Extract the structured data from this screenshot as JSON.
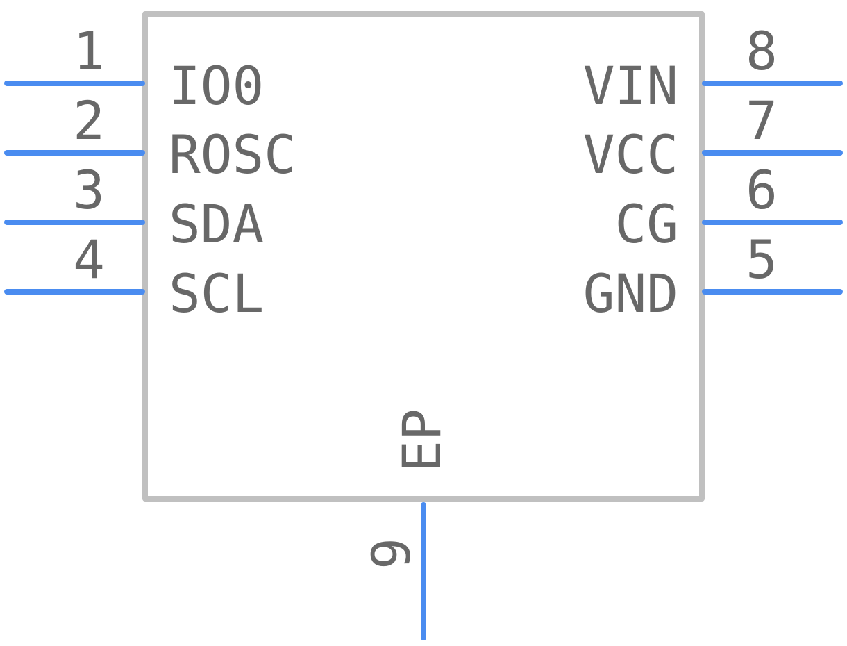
{
  "component": {
    "colors": {
      "pin": "#4a8cf0",
      "body": "#c0c0c0",
      "text": "#686868"
    },
    "left_pins": [
      {
        "number": "1",
        "name": "IO0"
      },
      {
        "number": "2",
        "name": "ROSC"
      },
      {
        "number": "3",
        "name": "SDA"
      },
      {
        "number": "4",
        "name": "SCL"
      }
    ],
    "right_pins": [
      {
        "number": "8",
        "name": "VIN"
      },
      {
        "number": "7",
        "name": "VCC"
      },
      {
        "number": "6",
        "name": "CG"
      },
      {
        "number": "5",
        "name": "GND"
      }
    ],
    "bottom_pin": {
      "number": "9",
      "name": "EP"
    }
  }
}
